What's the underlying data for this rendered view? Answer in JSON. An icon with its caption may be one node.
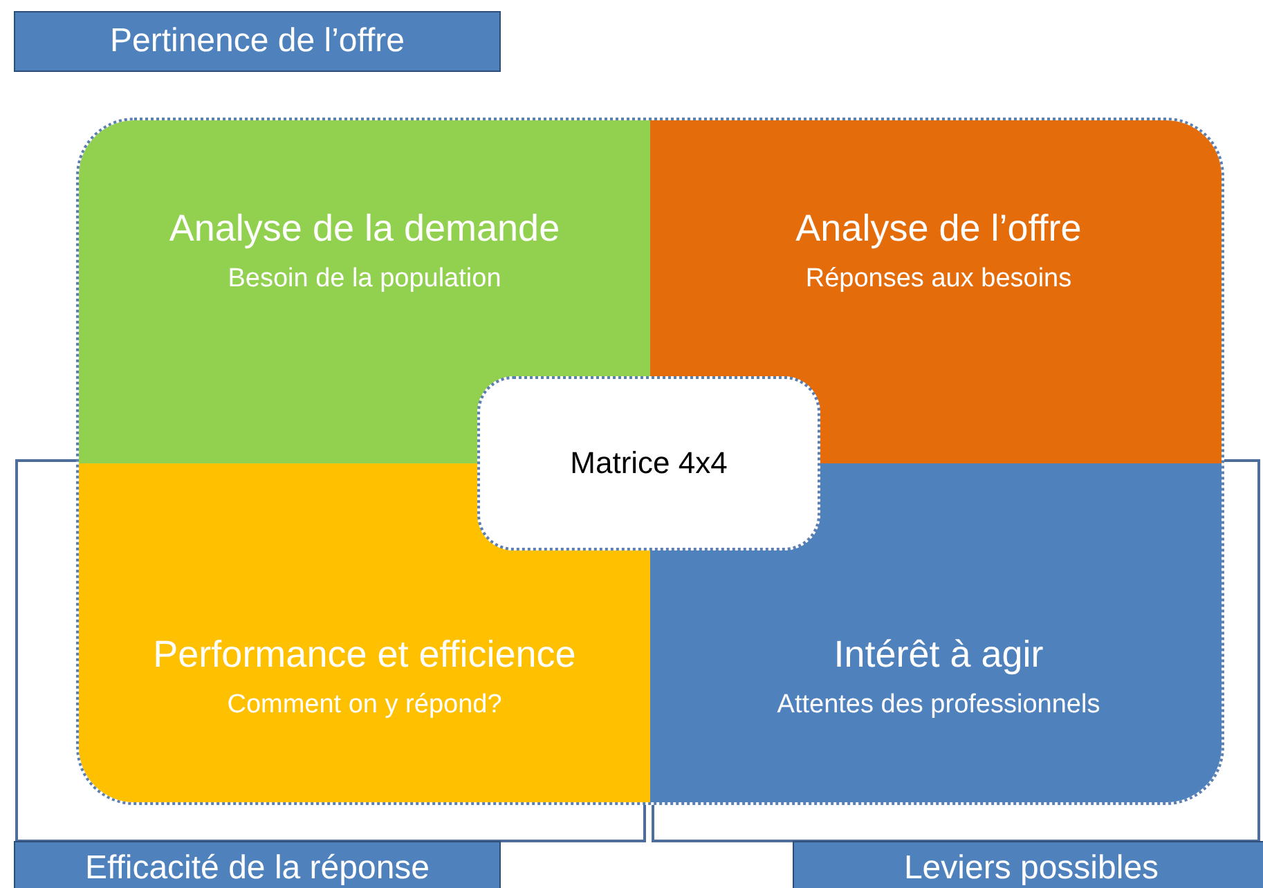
{
  "diagram": {
    "nodes": [
      {
        "text": [
          "Pertinence de l’offre"
        ]
      },
      {
        "text": [
          "Analyse de la demande",
          "Besoin de la population"
        ]
      },
      {
        "text": [
          "Analyse de l’offre",
          "Réponses aux besoins"
        ]
      },
      {
        "text": [
          "Performance et efficience",
          "Comment on y répond?"
        ]
      },
      {
        "text": [
          "Intérêt à agir",
          "Attentes des professionnels"
        ]
      },
      {
        "text": [
          "Matrice 4x4"
        ]
      },
      {
        "text": [
          "Efficacité de la réponse"
        ]
      },
      {
        "text": [
          "Leviers possibles"
        ]
      }
    ]
  }
}
